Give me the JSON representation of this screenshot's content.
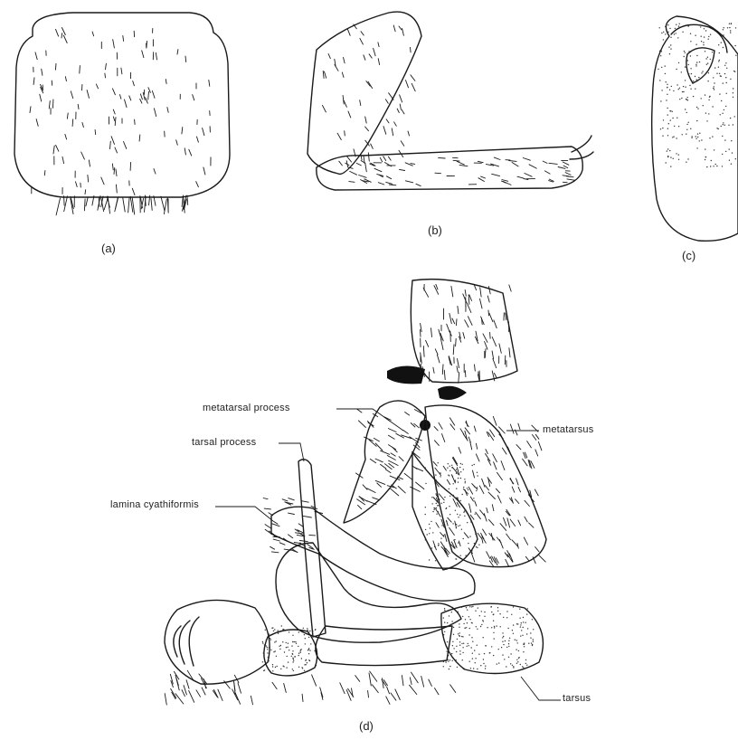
{
  "panels": {
    "a": {
      "label": "(a)"
    },
    "b": {
      "label": "(b)"
    },
    "c": {
      "label": "(c)"
    },
    "d": {
      "label": "(d)",
      "callouts": {
        "metatarsal_process": "metatarsal process",
        "tarsal_process": "tarsal process",
        "lamina_cyathiformis": "lamina cyathiformis",
        "metatarsus": "metatarsus",
        "tarsus": "tarsus"
      }
    }
  },
  "colors": {
    "ink": "#1a1a1a",
    "background": "#ffffff"
  }
}
